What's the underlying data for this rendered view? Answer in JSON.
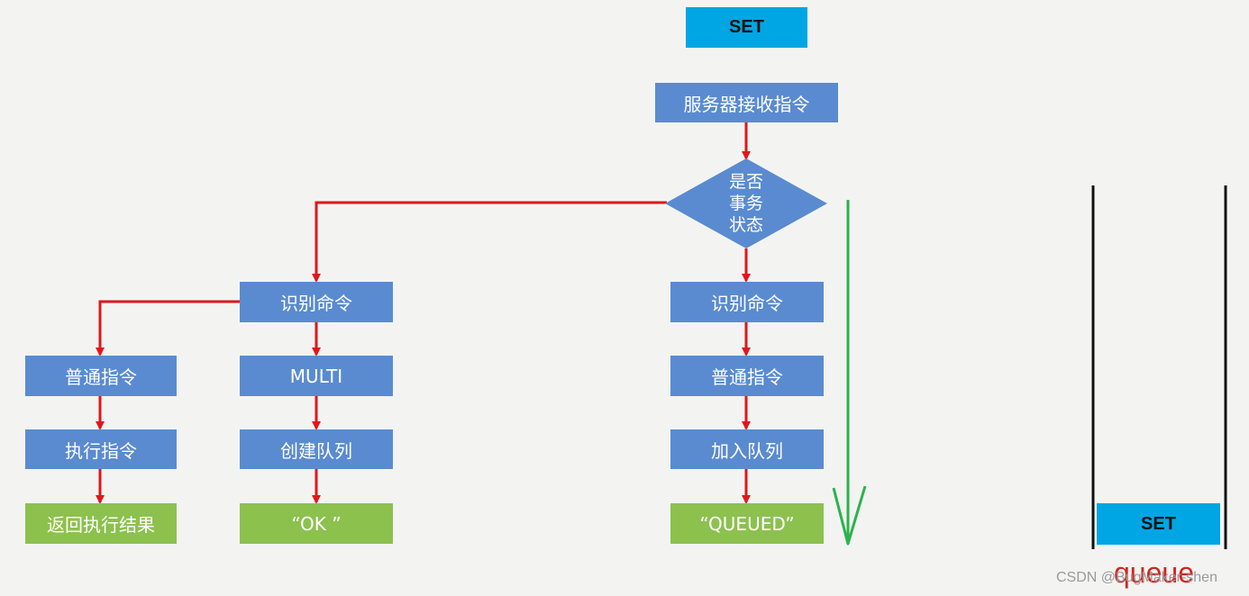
{
  "top_box": "SET",
  "server_receive": "服务器接收指令",
  "decision": {
    "line1": "是否",
    "line2": "事务",
    "line3": "状态"
  },
  "left_branch": {
    "identify": "识别命令",
    "normal": "普通指令",
    "execute": "执行指令",
    "result": "返回执行结果",
    "multi": "MULTI",
    "create_queue": "创建队列",
    "ok": "“OK ”"
  },
  "right_branch": {
    "identify": "识别命令",
    "normal": "普通指令",
    "enqueue": "加入队列",
    "queued": "“QUEUED”"
  },
  "queue": {
    "item": "SET",
    "label": "queue"
  },
  "watermark": "CSDN @BugMaker-shen",
  "colors": {
    "process": "#5a8bd0",
    "terminal": "#8cc14e",
    "highlight": "#00a6e4",
    "flow_arrow": "#e0161b",
    "direction_arrow": "#2bb24c",
    "queue_label": "#d4231e"
  }
}
